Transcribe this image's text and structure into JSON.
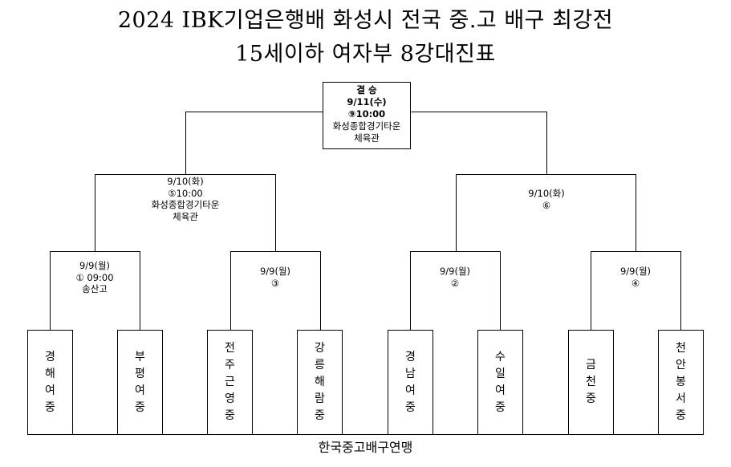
{
  "title_line1": "2024 IBK기업은행배 화성시 전국 중.고 배구 최강전",
  "title_line2": "15세이하 여자부 8강대진표",
  "final": {
    "title": "결    승",
    "date": "9/11(수)",
    "match": "⑨10:00",
    "venue_line1": "화성종합경기타운",
    "venue_line2": "체육관"
  },
  "semifinals": [
    {
      "date": "9/10(화)",
      "match": "⑤10:00",
      "venue_line1": "화성종합경기타운",
      "venue_line2": "체육관"
    },
    {
      "date": "9/10(화)",
      "match": "⑥",
      "venue_line1": "",
      "venue_line2": ""
    }
  ],
  "quarterfinals": [
    {
      "date": "9/9(월)",
      "match": "①  09:00",
      "venue": "송산고"
    },
    {
      "date": "9/9(월)",
      "match": "③",
      "venue": ""
    },
    {
      "date": "9/9(월)",
      "match": "②",
      "venue": ""
    },
    {
      "date": "9/9(월)",
      "match": "④",
      "venue": ""
    }
  ],
  "teams": [
    "경해여중",
    "부평여중",
    "전주근영중",
    "강릉해람중",
    "경남여중",
    "수일여중",
    "금천중",
    "천안봉서중"
  ],
  "footer": "한국중고배구연맹"
}
